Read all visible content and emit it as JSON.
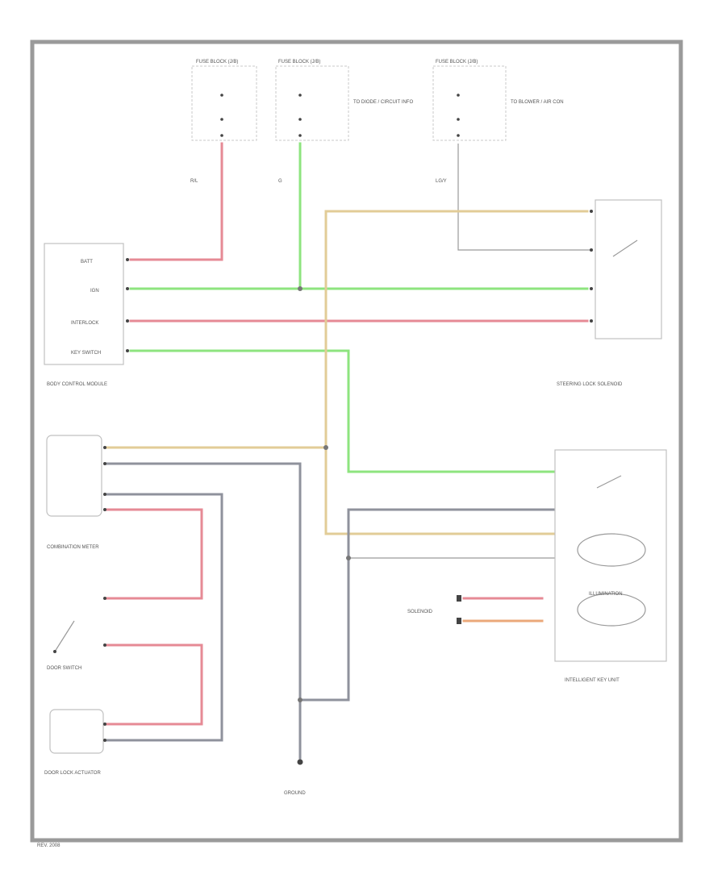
{
  "colors": {
    "red": "#e68a95",
    "green": "#8ee47f",
    "tan": "#e2cc97",
    "gray": "#8f929c",
    "orange": "#eba87a",
    "frame": "#9a9a9a"
  },
  "labels": {
    "fuse_box_1": "FUSE BLOCK (J/B)",
    "fuse_box_2": "FUSE BLOCK (J/B)",
    "fuse_box_3": "FUSE BLOCK (J/B)",
    "fuse_notes_2": "TO DIODE / CIRCUIT INFO",
    "fuse_notes_3": "TO BLOWER / AIR CON",
    "wire_rl": "R/L",
    "wire_g": "G",
    "wire_lg": "LG/Y",
    "bcm_title": "BODY CONTROL MODULE",
    "bcm_pin_1": "BATT",
    "bcm_pin_2": "IGN",
    "bcm_pin_3": "INTERLOCK",
    "bcm_pin_4": "KEY SWITCH",
    "lamp_title": "COMBINATION METER",
    "switch_title": "DOOR SWITCH",
    "lock_title": "DOOR LOCK ACTUATOR",
    "ground_label": "GROUND",
    "right_module_title": "INTELLIGENT KEY UNIT",
    "right_switch_title": "STEERING LOCK SOLENOID",
    "r_connector": "SOLENOID",
    "b_connector": "ILLUMINATION",
    "footer": "REV. 2008"
  }
}
